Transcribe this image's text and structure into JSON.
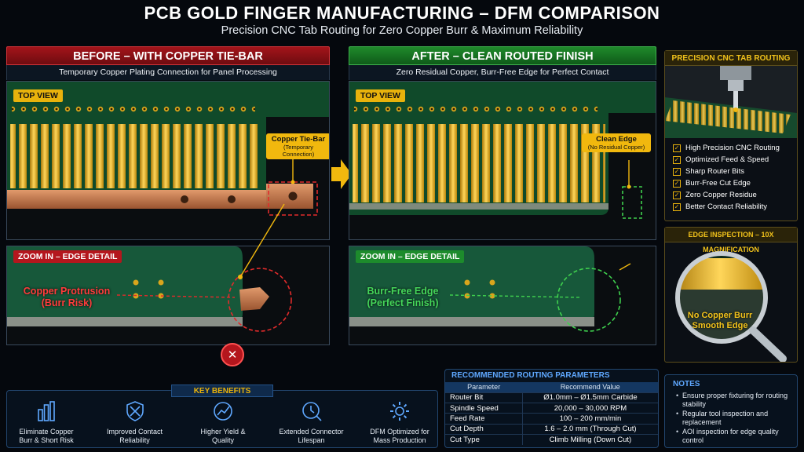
{
  "header": {
    "title": "PCB GOLD FINGER MANUFACTURING – DFM COMPARISON",
    "subtitle": "Precision CNC Tab Routing for Zero Copper Burr & Maximum Reliability"
  },
  "before": {
    "heading": "BEFORE – WITH COPPER TIE-BAR",
    "subheading": "Temporary Copper Plating Connection for Panel Processing",
    "top_view_tag": "TOP VIEW",
    "callout_title": "Copper Tie-Bar",
    "callout_sub": "(Temporary Connection)",
    "zoom_tag": "ZOOM IN – EDGE DETAIL",
    "zoom_label_1": "Copper Protrusion",
    "zoom_label_2": "(Burr Risk)"
  },
  "after": {
    "heading": "AFTER – CLEAN ROUTED FINISH",
    "subheading": "Zero Residual Copper, Burr-Free Edge for Perfect Contact",
    "top_view_tag": "TOP VIEW",
    "callout_title": "Clean Edge",
    "callout_sub": "(No Residual Copper)",
    "zoom_tag": "ZOOM IN – EDGE DETAIL",
    "zoom_label_1": "Burr-Free Edge",
    "zoom_label_2": "(Perfect Finish)"
  },
  "cnc": {
    "heading": "PRECISION CNC TAB ROUTING",
    "items": [
      "High Precision CNC Routing",
      "Optimized Feed & Speed",
      "Sharp Router Bits",
      "Burr-Free Cut Edge",
      "Zero Copper Residue",
      "Better Contact Reliability"
    ]
  },
  "inspection": {
    "heading": "EDGE INSPECTION – 10X MAGNIFICATION",
    "label_1": "No Copper Burr",
    "label_2": "Smooth Edge"
  },
  "benefits": {
    "heading": "KEY BENEFITS",
    "items": [
      {
        "line1": "Eliminate Copper",
        "line2": "Burr & Short Risk",
        "icon": "bars-icon"
      },
      {
        "line1": "Improved Contact",
        "line2": "Reliability",
        "icon": "no-burr-icon"
      },
      {
        "line1": "Higher Yield &",
        "line2": "Quality",
        "icon": "yield-icon"
      },
      {
        "line1": "Extended Connector",
        "line2": "Lifespan",
        "icon": "lifespan-icon"
      },
      {
        "line1": "DFM Optimized for",
        "line2": "Mass Production",
        "icon": "gear-icon"
      }
    ]
  },
  "params": {
    "heading": "RECOMMENDED ROUTING PARAMETERS",
    "col1": "Parameter",
    "col2": "Recommend Value",
    "rows": [
      {
        "p": "Router Bit",
        "v": "Ø1.0mm – Ø1.5mm Carbide"
      },
      {
        "p": "Spindle Speed",
        "v": "20,000 – 30,000 RPM"
      },
      {
        "p": "Feed Rate",
        "v": "100 – 200 mm/min"
      },
      {
        "p": "Cut Depth",
        "v": "1.6 – 2.0 mm (Through Cut)"
      },
      {
        "p": "Cut Type",
        "v": "Climb Milling (Down Cut)"
      }
    ]
  },
  "notes": {
    "heading": "NOTES",
    "items": [
      "Ensure proper fixturing for routing stability",
      "Regular tool inspection and replacement",
      "AOI inspection for edge quality control"
    ]
  },
  "colors": {
    "gold": "#e8b20c",
    "red": "#b4161d",
    "green": "#1d8b2c",
    "pcb": "#0f3a22",
    "copper": "#c97a4e"
  }
}
